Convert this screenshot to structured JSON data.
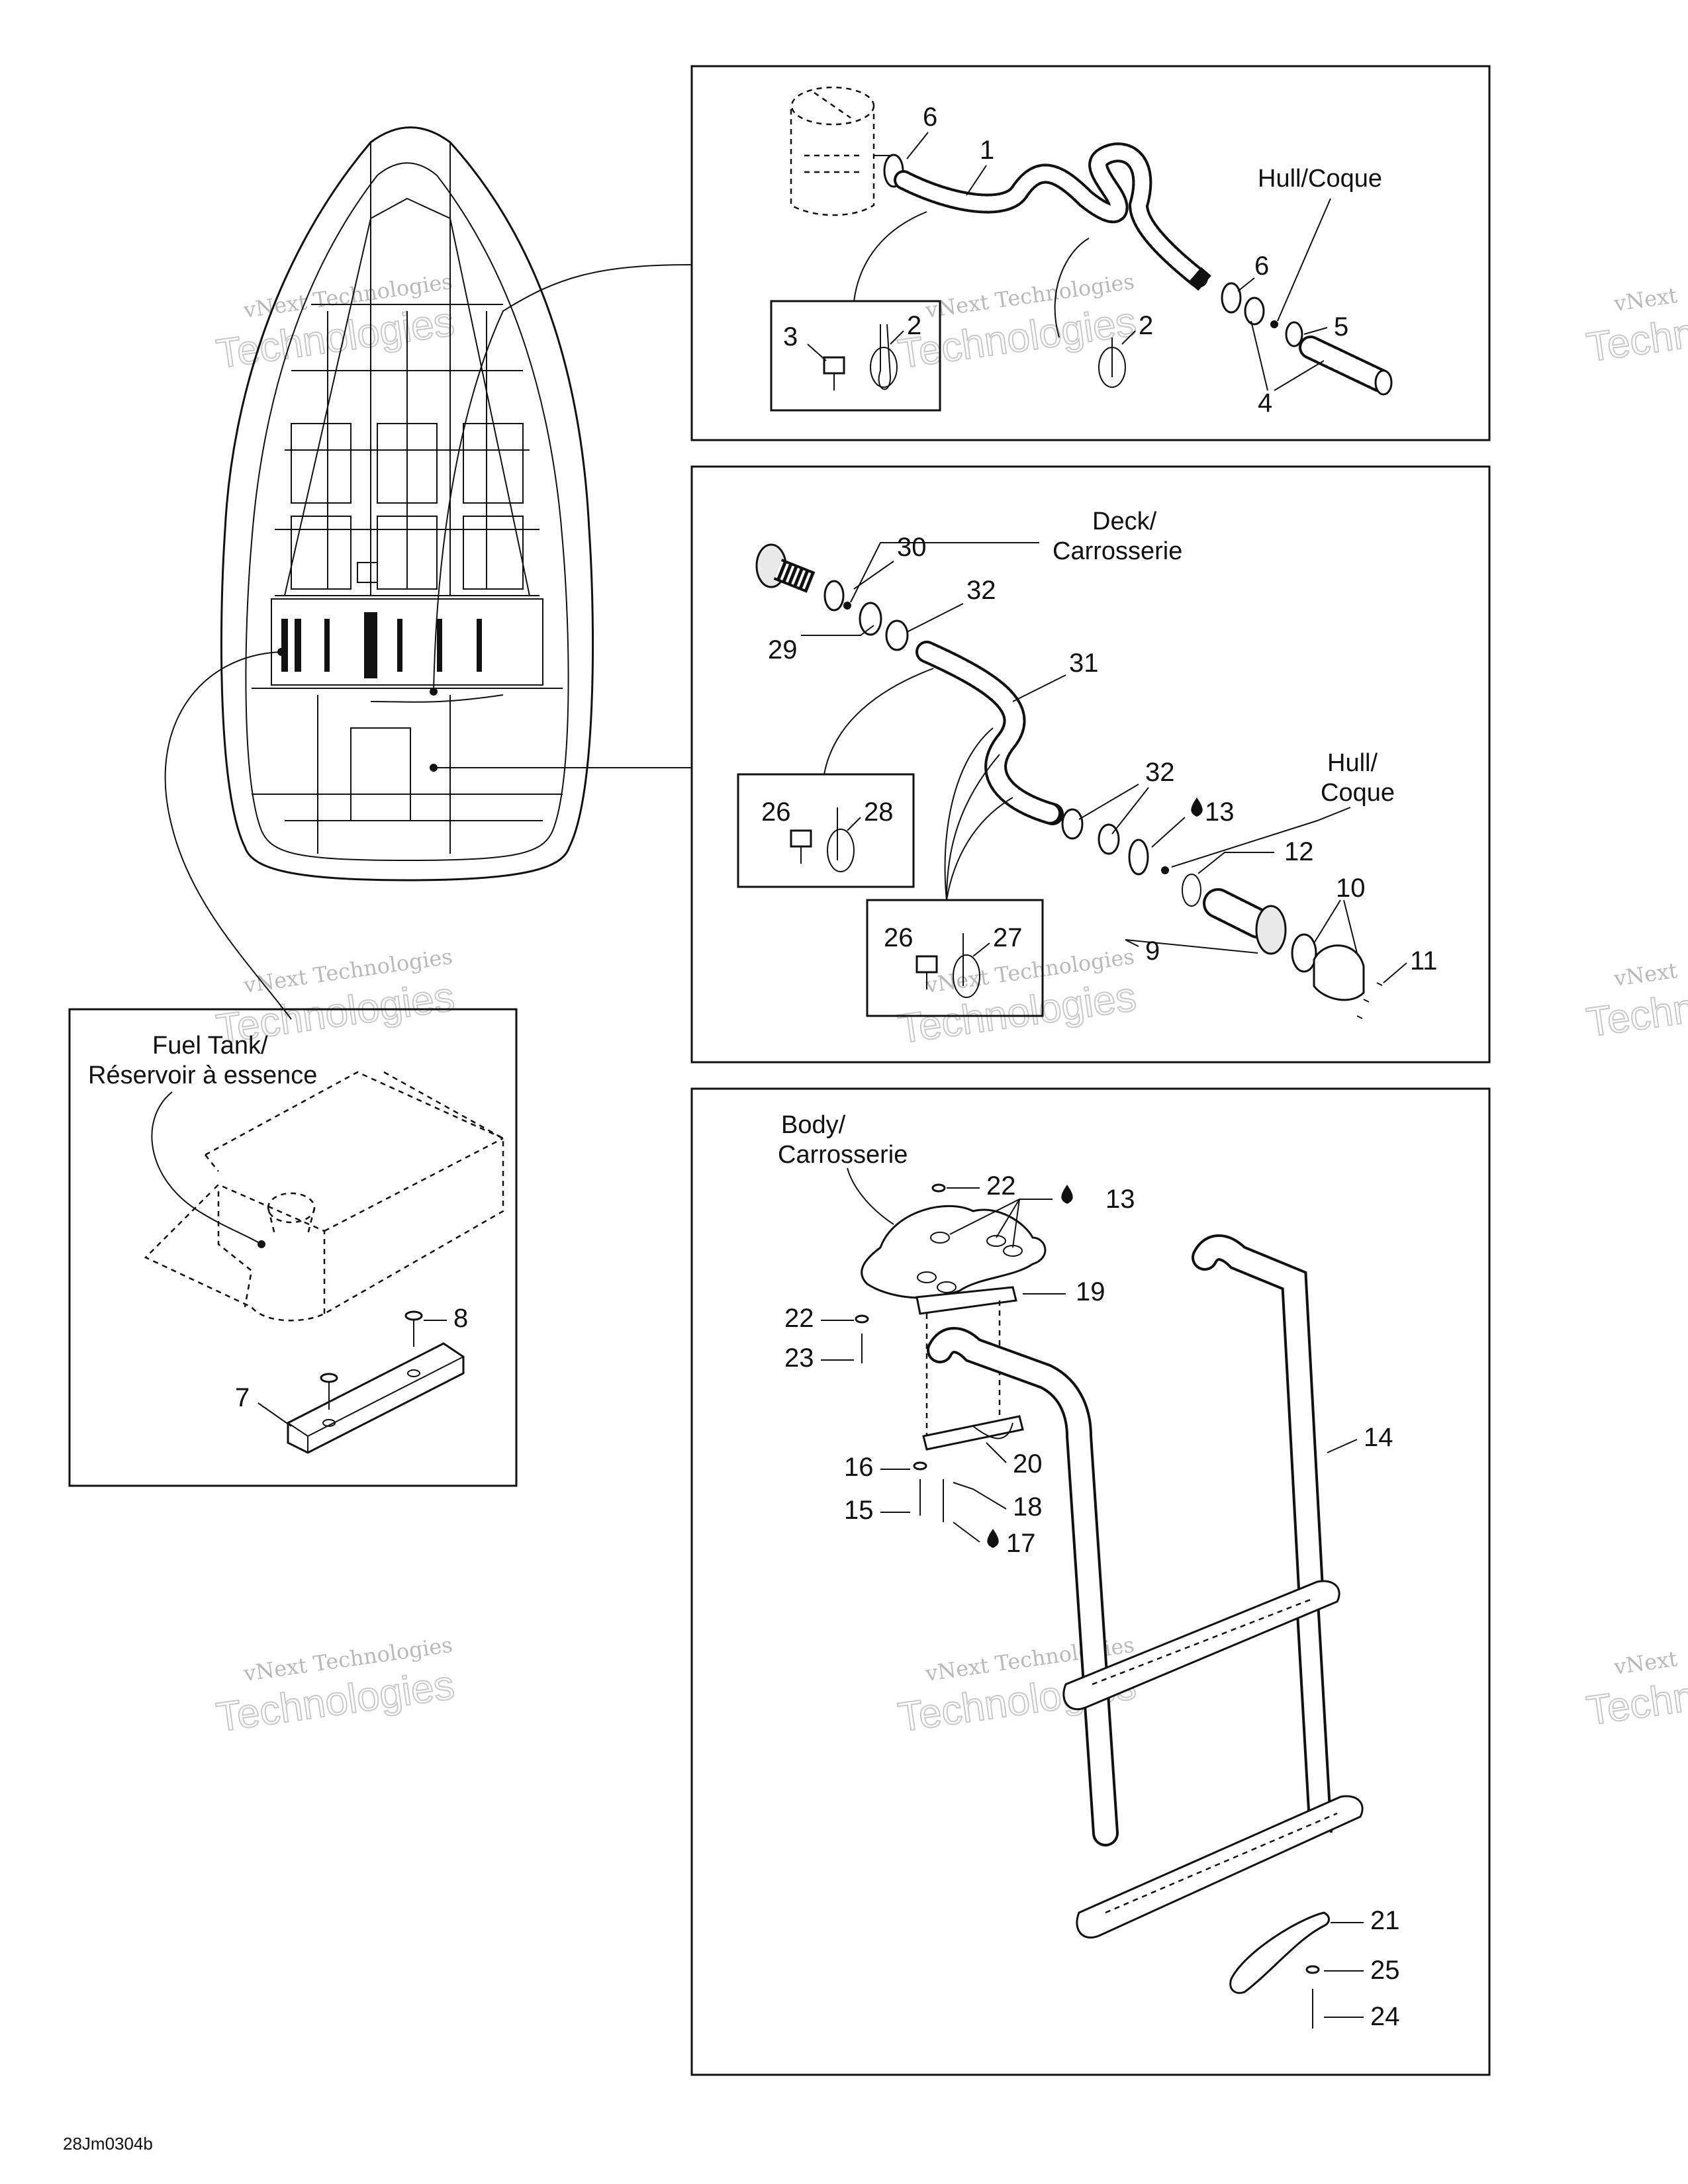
{
  "figure_code": "28Jm0304b",
  "watermark": {
    "line1": "vNext Technologies",
    "line2": "Technologies",
    "line3": "vNext"
  },
  "captions": {
    "hull_top_line1": "Hull/Coque",
    "deck_line1": "Deck/",
    "deck_line2": "Carrosserie",
    "hull_mid_line1": "Hull/",
    "hull_mid_line2": "Coque",
    "body_line1": "Body/",
    "body_line2": "Carrosserie",
    "fuel_line1": "Fuel Tank/",
    "fuel_line2": "Réservoir à essence"
  },
  "callouts": {
    "p1": "1",
    "p2a": "2",
    "p2b": "2",
    "p3": "3",
    "p4": "4",
    "p5": "5",
    "p6a": "6",
    "p6b": "6",
    "p7": "7",
    "p8": "8",
    "p9": "9",
    "p10": "10",
    "p11": "11",
    "p12": "12",
    "p13a": "13",
    "p13b": "13",
    "p14": "14",
    "p15": "15",
    "p16": "16",
    "p17": "17",
    "p18": "18",
    "p19": "19",
    "p20": "20",
    "p21": "21",
    "p22a": "22",
    "p22b": "22",
    "p23": "23",
    "p24": "24",
    "p25": "25",
    "p26a": "26",
    "p26b": "26",
    "p27": "27",
    "p28": "28",
    "p29": "29",
    "p30": "30",
    "p31": "31",
    "p32a": "32",
    "p32b": "32"
  }
}
